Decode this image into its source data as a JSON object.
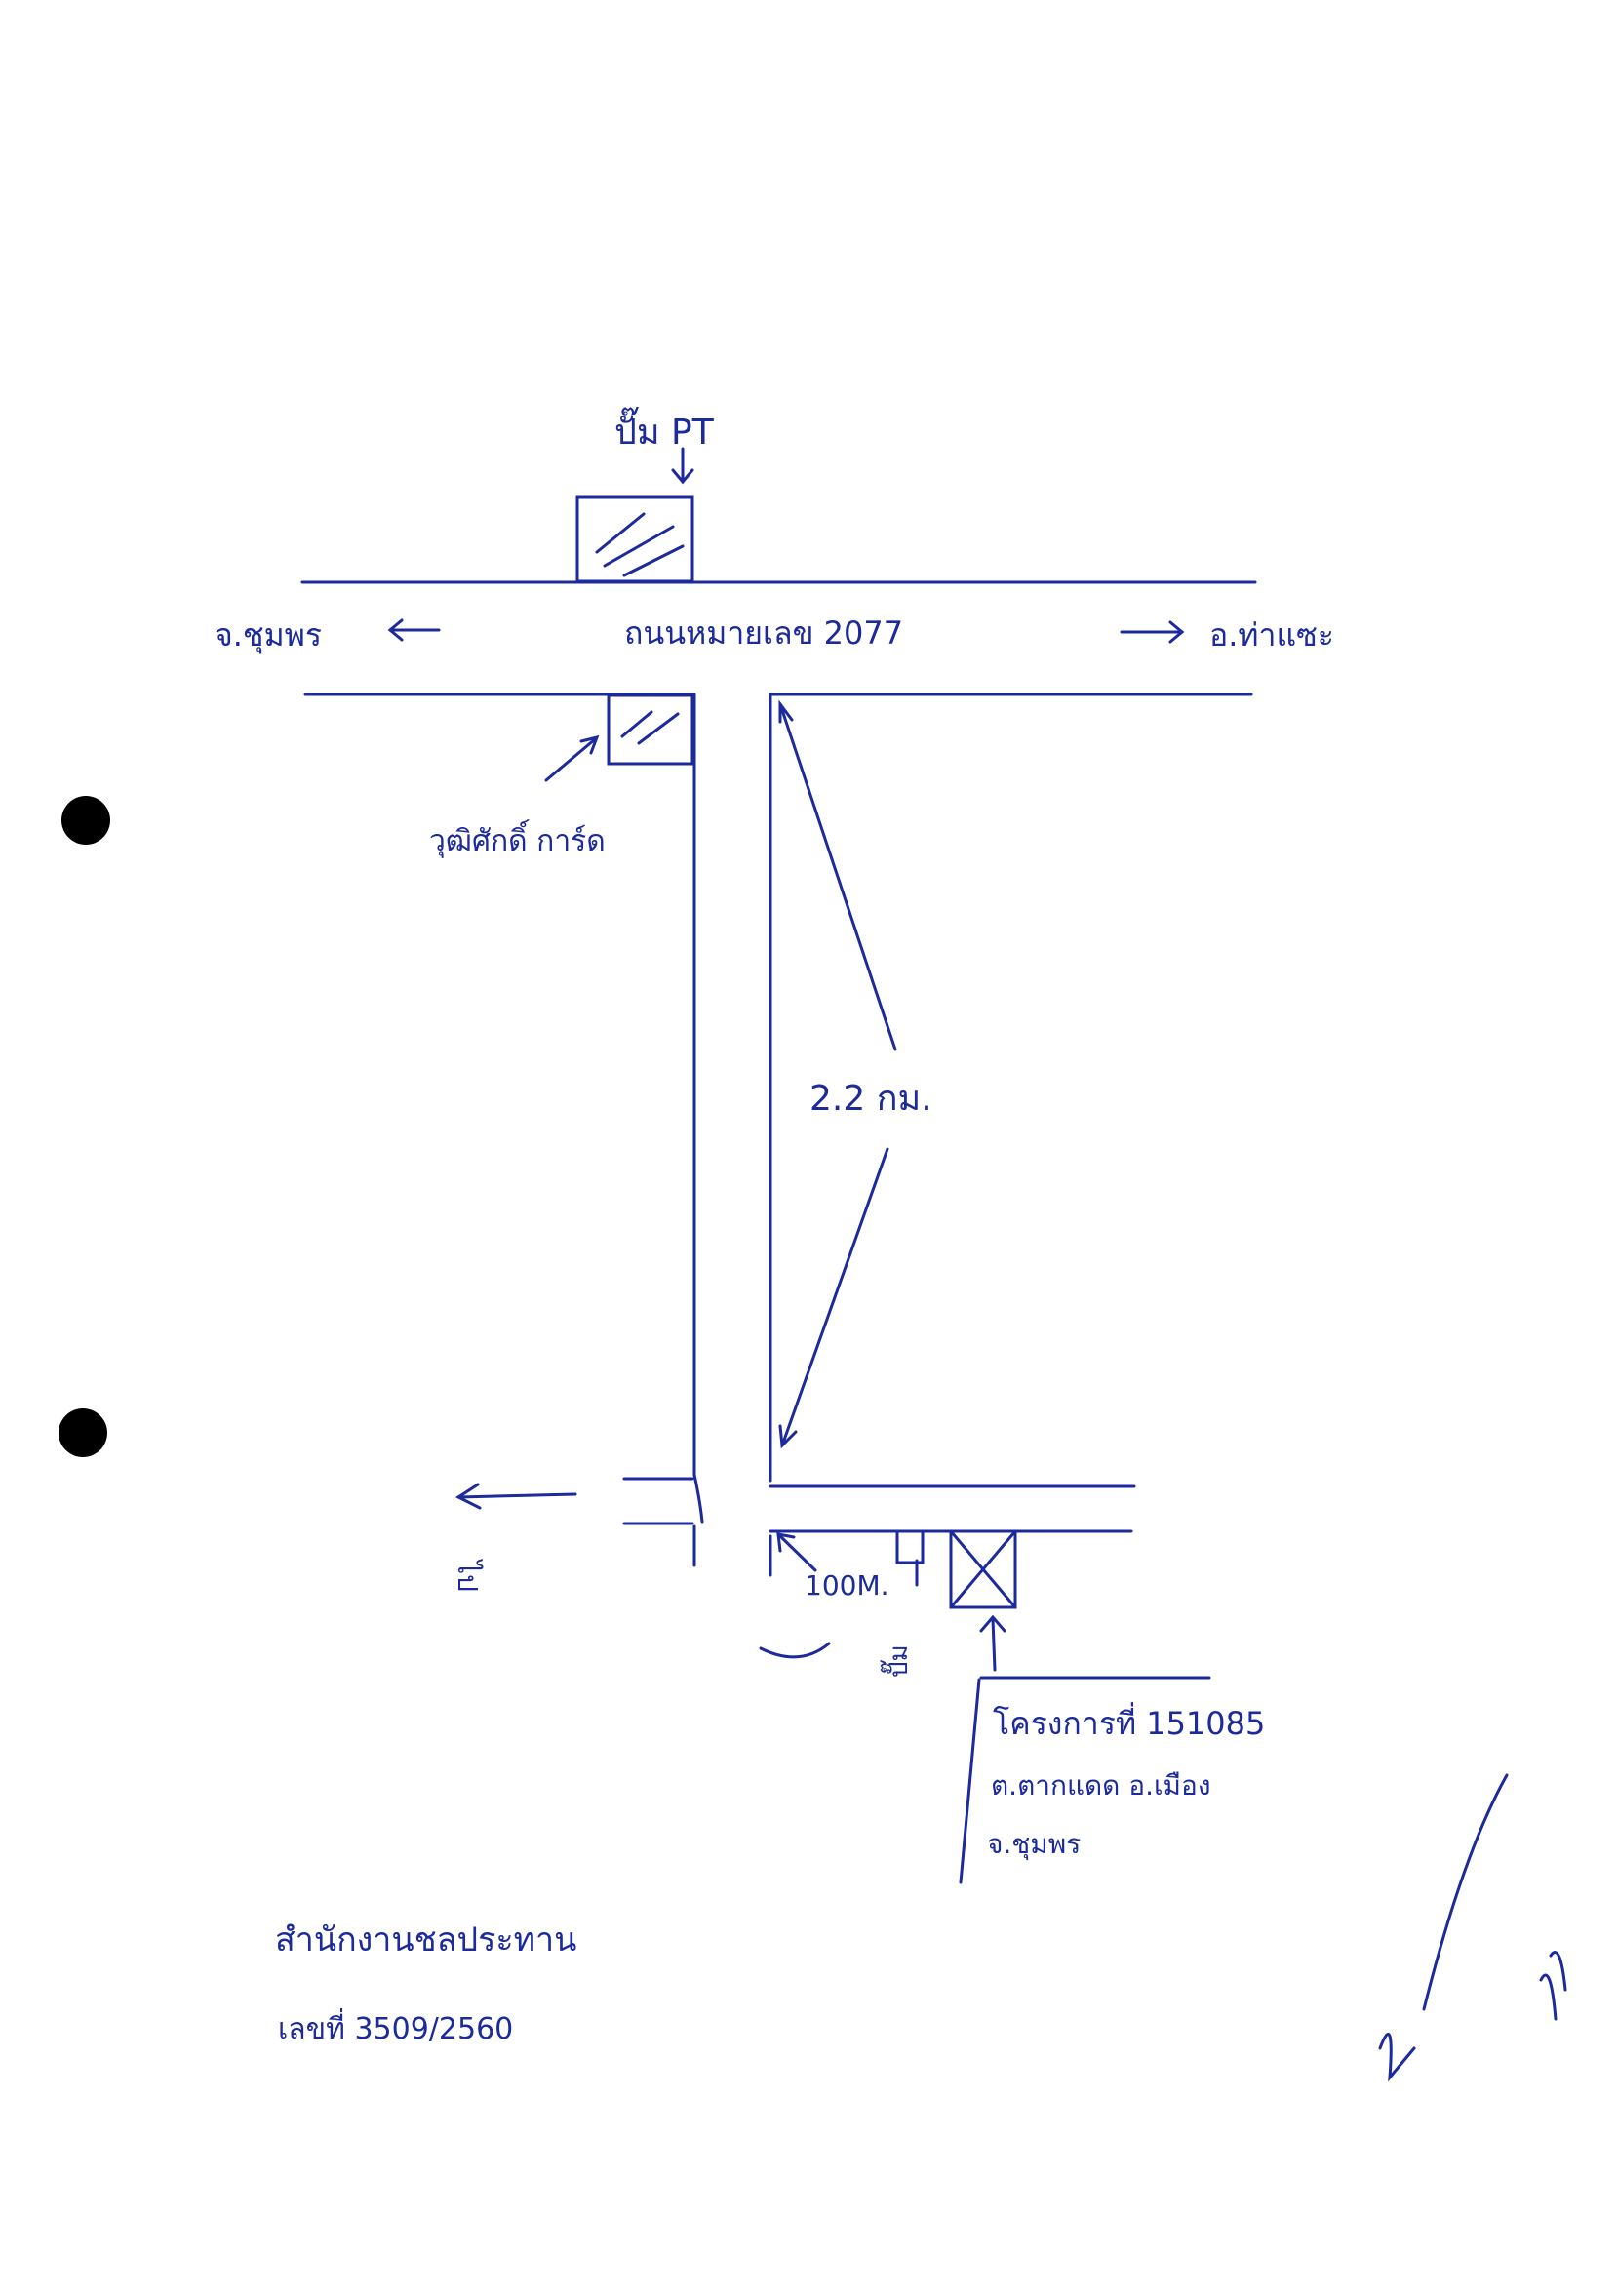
{
  "colors": {
    "ink": "#1c2a9c",
    "paper": "#ffffff",
    "punch_hole": "#000000"
  },
  "map": {
    "landmark_top": "ปั๊ม PT",
    "highway_label": "ถนนหมายเลข 2077",
    "left_direction": "จ.ชุมพร",
    "right_direction": "อ.ท่าแซะ",
    "landmark_corner": "วุฒิศักดิ์ การ์ด",
    "distance_long": "2.2 กม.",
    "distance_short": "100M.",
    "side_label": "ปั๊ม",
    "left_road_label": "ไป",
    "location_line1": "โครงการที่ 151085",
    "location_line2": "ต.ตากแดด อ.เมือง",
    "location_line3": "จ.ชุมพร",
    "stamp_line1": "สำนักงานชลประทาน",
    "stamp_line2": "เลขที่ 3509/2560"
  },
  "icons": [
    "punch-hole-icon",
    "signature-icon",
    "hatched-building-icon",
    "crossed-building-icon"
  ]
}
